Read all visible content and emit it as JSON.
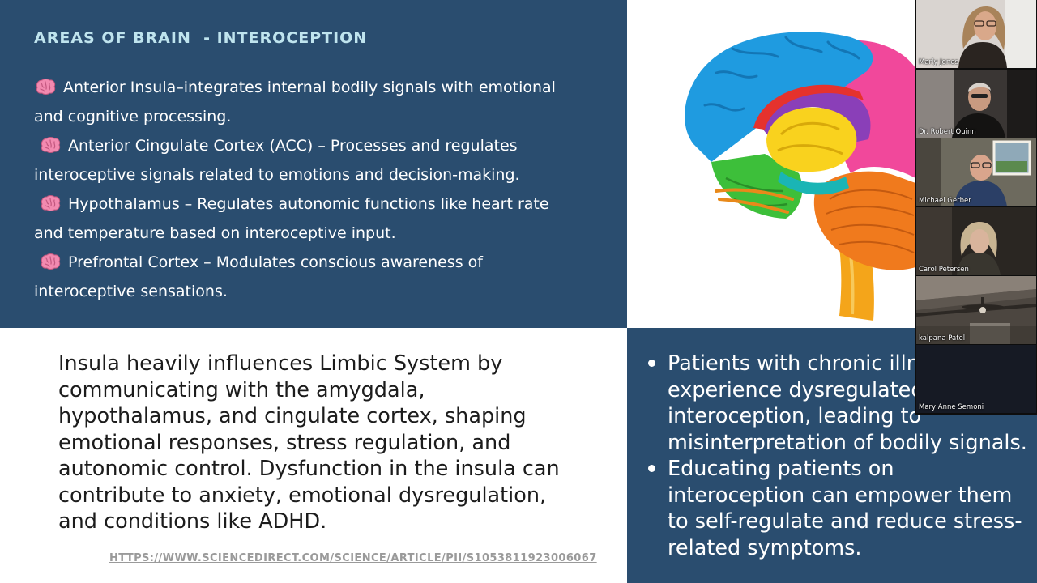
{
  "slide": {
    "title": "AREAS OF BRAIN  - INTEROCEPTION",
    "bullets": [
      {
        "lines": [
          "Anterior Insula–integrates internal bodily signals with emotional",
          "and cognitive processing."
        ]
      },
      {
        "lines": [
          "Anterior Cingulate Cortex (ACC) – Processes and regulates",
          "interoceptive signals related to emotions and decision-making."
        ]
      },
      {
        "lines": [
          "Hypothalamus – Regulates autonomic functions like heart rate",
          "and temperature based on interoceptive input."
        ]
      },
      {
        "lines": [
          "Prefrontal Cortex – Modulates conscious awareness of",
          "interoceptive sensations."
        ]
      }
    ],
    "insula_paragraph": [
      "Insula heavily influences Limbic System by",
      "communicating with the amygdala,",
      "hypothalamus, and cingulate cortex, shaping",
      "emotional responses, stress regulation, and",
      "autonomic control. Dysfunction in the insula can",
      "contribute to anxiety, emotional dysregulation,",
      "and conditions like ADHD."
    ],
    "source_link": "HTTPS://WWW.SCIENCEDIRECT.COM/SCIENCE/ARTICLE/PII/S1053811923006067",
    "right_bullets": [
      {
        "lines": [
          "Patients with chronic illn",
          "experience dysregulated",
          "interoception, leading to",
          "misinterpretation of bodily signals."
        ]
      },
      {
        "lines": [
          "Educating patients on",
          "interoception can empower them",
          "to self-regulate and reduce stress-",
          "related symptoms."
        ]
      }
    ],
    "colors": {
      "panel_blue": "#2a4d6f",
      "title_cyan": "#bfe4ee",
      "brain_icon_pink": "#f28ab0"
    },
    "icon": "brain-icon"
  },
  "participants": [
    {
      "name": "Marly Jones"
    },
    {
      "name": "Dr. Robert Quinn"
    },
    {
      "name": "Michael Gerber"
    },
    {
      "name": "Carol Petersen"
    },
    {
      "name": "kalpana Patel"
    },
    {
      "name": "Mary Anne Semoni"
    }
  ]
}
